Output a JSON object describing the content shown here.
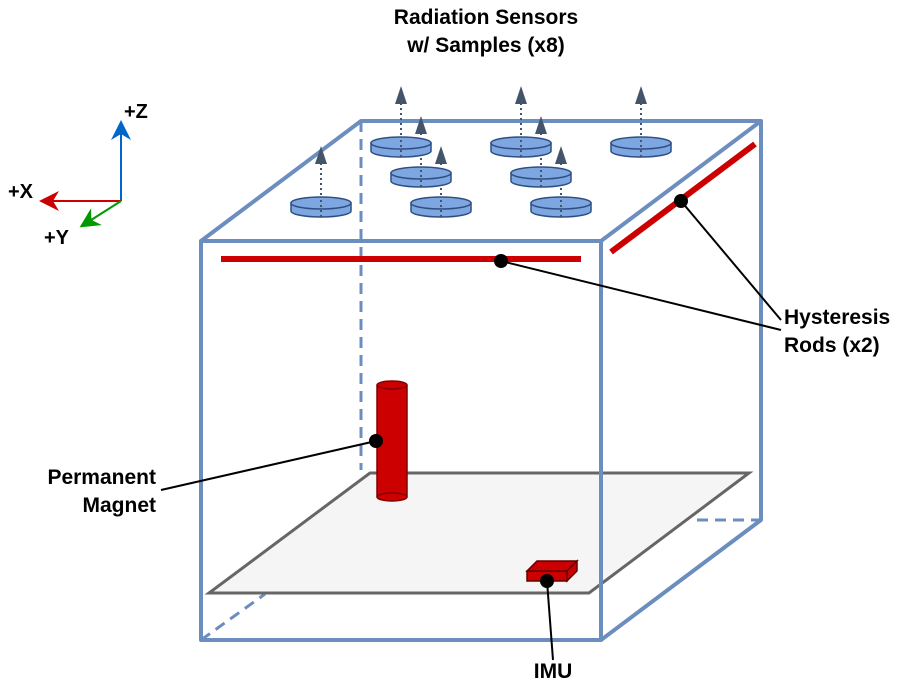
{
  "labels": {
    "title_line1": "Radiation Sensors",
    "title_line2": "w/ Samples (x8)",
    "axis_z": "+Z",
    "axis_x": "+X",
    "axis_y": "+Y",
    "hysteresis_line1": "Hysteresis",
    "hysteresis_line2": "Rods (x2)",
    "magnet_line1": "Permanent",
    "magnet_line2": "Magnet",
    "imu": "IMU"
  },
  "colors": {
    "cube_edge": "#6c8ebf",
    "rod": "#cc0000",
    "magnet": "#cc0000",
    "imu": "#cc0000",
    "sensor_fill": "#7ea6e0",
    "sensor_stroke": "#2d4f82",
    "arrow_fill": "#44546a",
    "plate_fill": "#f5f5f5",
    "plate_stroke": "#666666",
    "axis_z": "#0066cc",
    "axis_x": "#cc0000",
    "axis_y": "#009900"
  },
  "sensor_count": 8,
  "rod_count": 2
}
